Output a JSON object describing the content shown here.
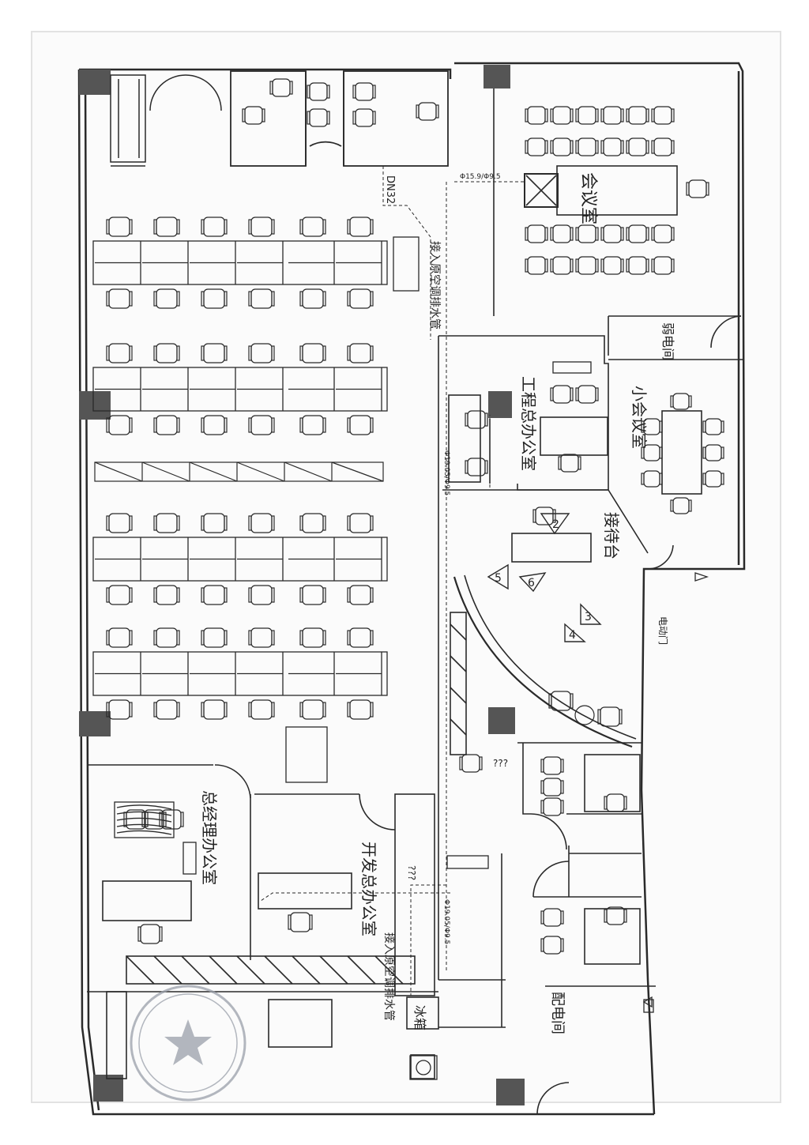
{
  "rooms": {
    "conference": "会议室",
    "weak_current": "弱电间",
    "engineering_office": "工程总办公室",
    "small_meeting": "小会议室",
    "reception": "接待台",
    "gm_office": "总经理办公室",
    "dev_office": "开发总办公室",
    "power_room": "配电间",
    "fridge": "冰箱",
    "auto_door": "电动门"
  },
  "annotations": {
    "dn32": "DN32",
    "drain_pipe_top": "接入原空调排水管",
    "drain_pipe_bottom": "接入原空调排水管",
    "pipe_size_1": "Φ15.9/Φ9.5",
    "pipe_size_2": "Φ19.05/Φ9.5",
    "pipe_size_3": "Φ19.05/Φ9.5",
    "unknown_1": "???",
    "unknown_2": "???"
  },
  "reception_markers": [
    "2",
    "5",
    "6",
    "3",
    "4"
  ],
  "colors": {
    "line": "#2a2a2a",
    "column": "#555555",
    "stamp": "#9aa0aa"
  }
}
